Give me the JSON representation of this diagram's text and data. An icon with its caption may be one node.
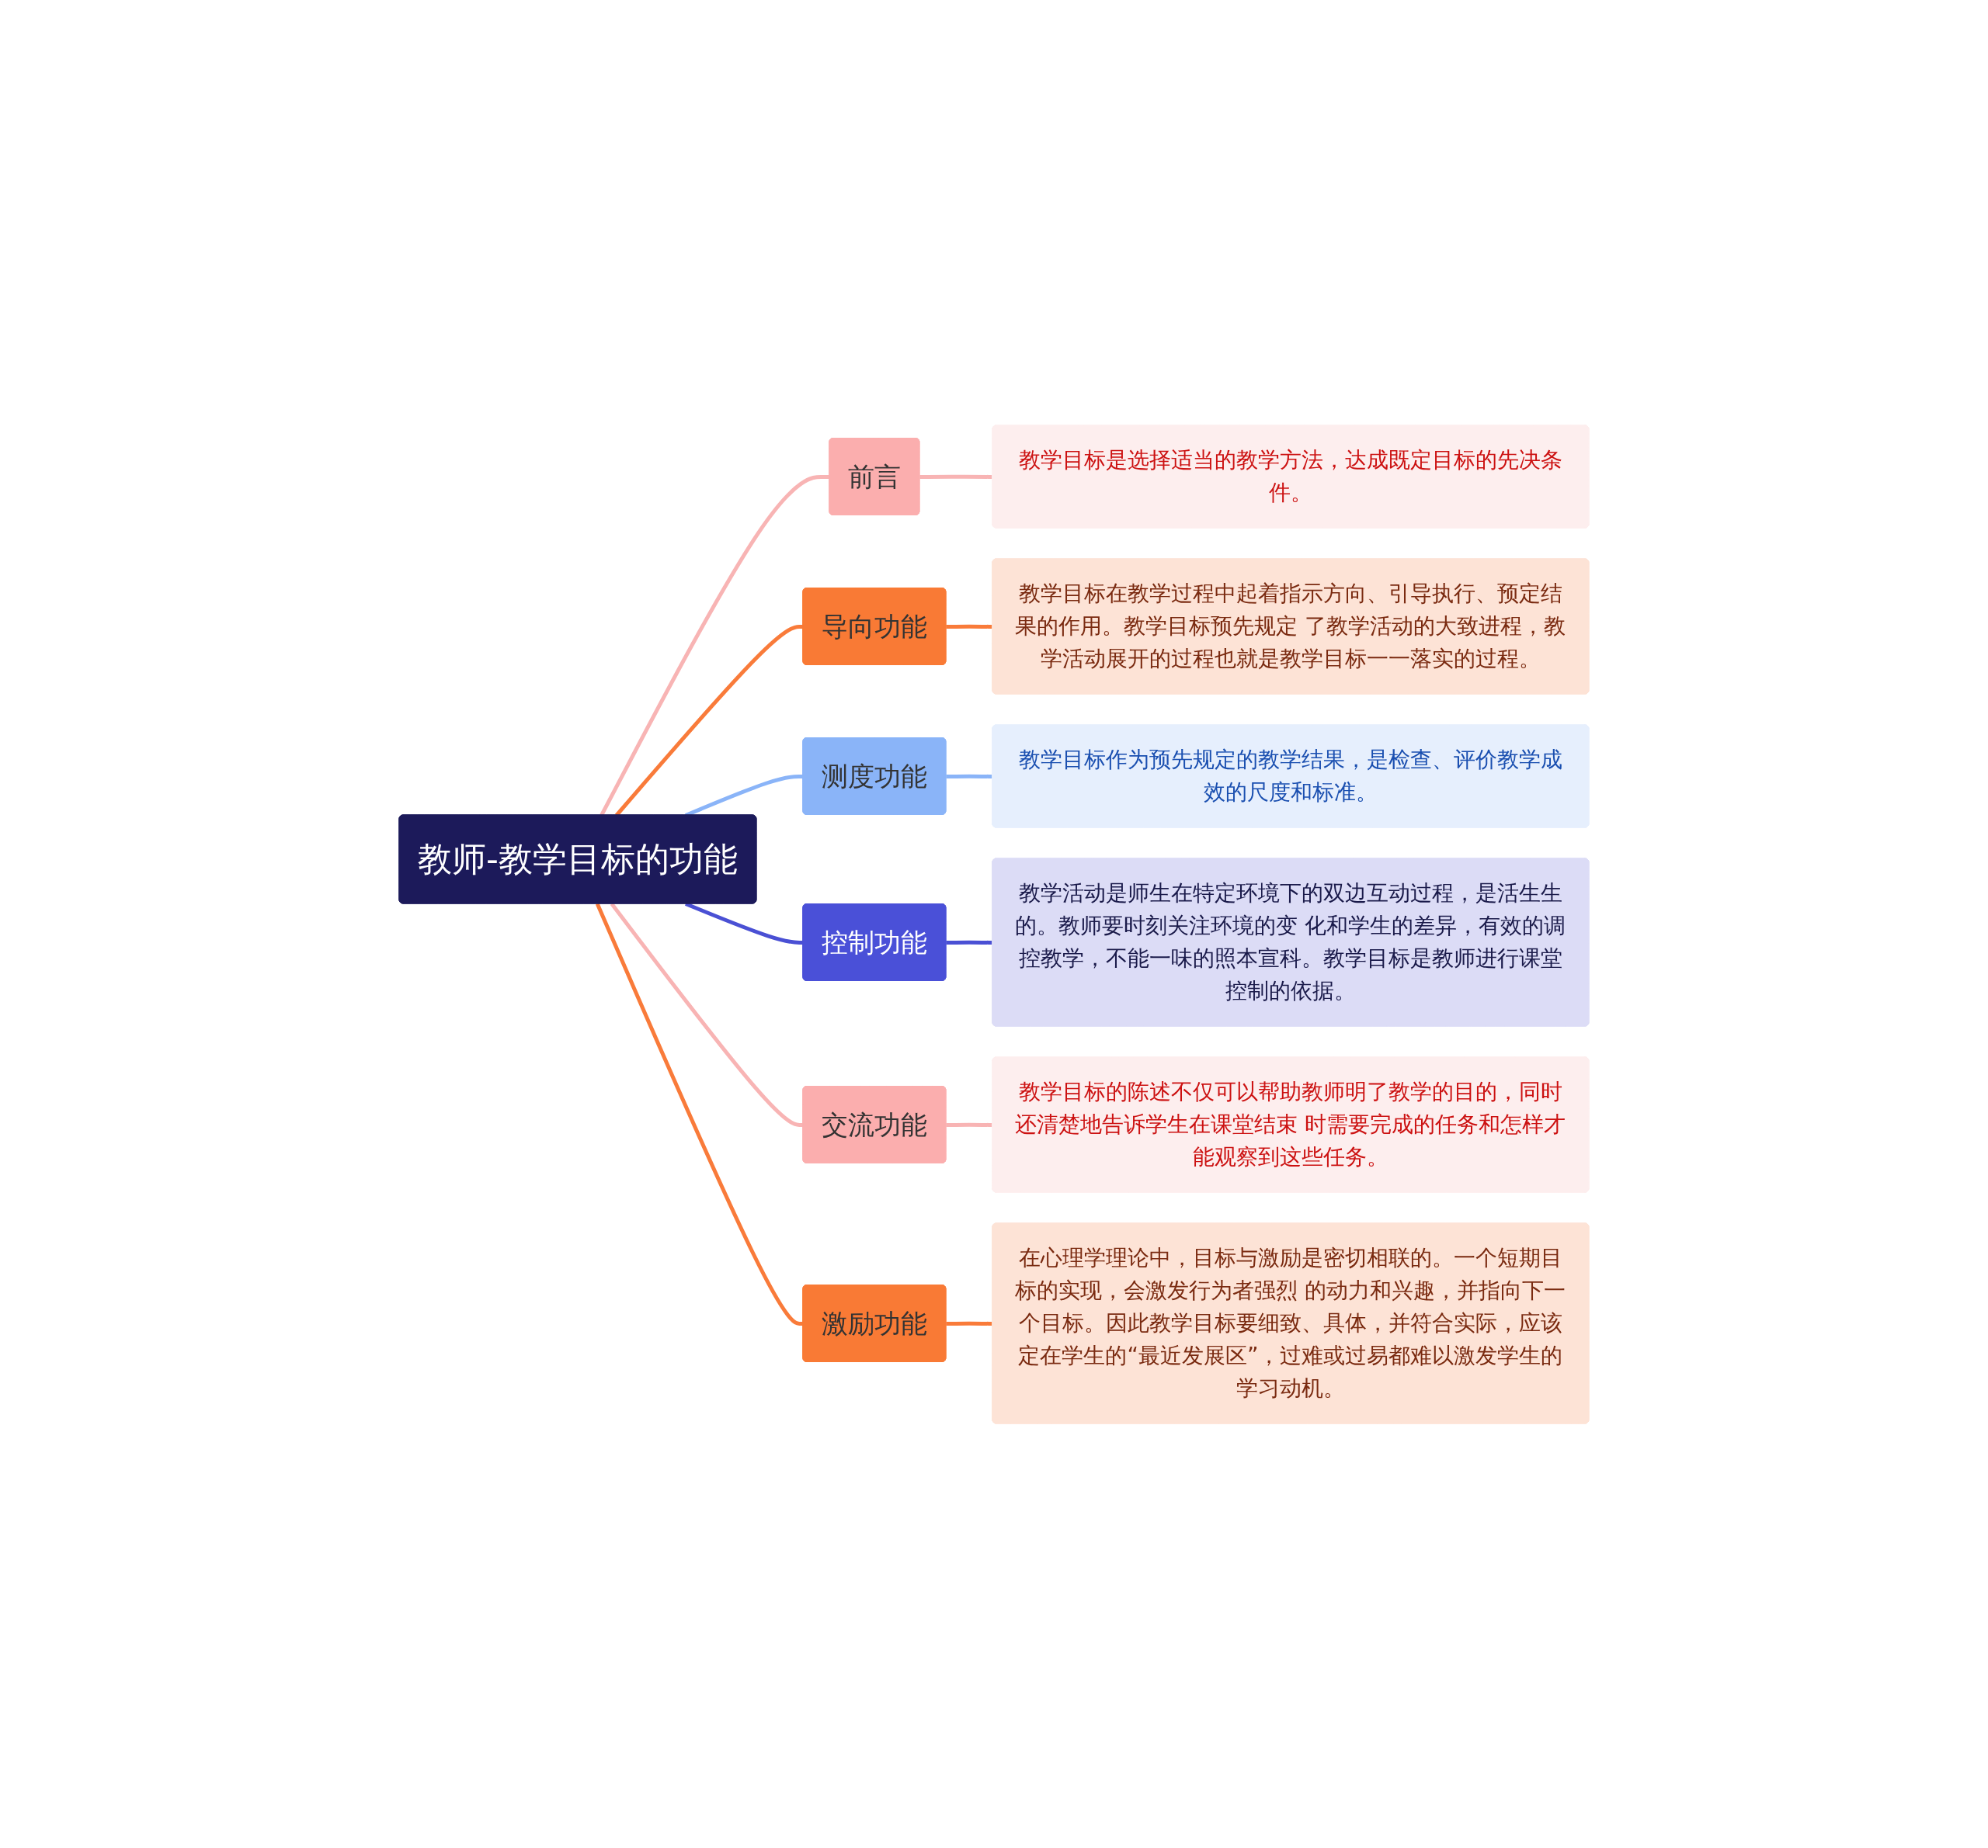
{
  "diagram": {
    "nodes": [
      {
        "text": [
          "教师-教学目标的功能"
        ]
      },
      {
        "text": [
          "前言"
        ]
      },
      {
        "text": [
          "教学目标是选择适当的教学方法，达成既定目标的先决条件。"
        ]
      },
      {
        "text": [
          "导向功能"
        ]
      },
      {
        "text": [
          "教学目标在教学过程中起着指示方向、引导执行、预定结果的作用。教学目标预先规定 了教学活动的大致进程，教学活动展开的过程也就是教学目标一一落实的过程。"
        ]
      },
      {
        "text": [
          "测度功能"
        ]
      },
      {
        "text": [
          "教学目标作为预先规定的教学结果，是检查、评价教学成效的尺度和标准。"
        ]
      },
      {
        "text": [
          "控制功能"
        ]
      },
      {
        "text": [
          "教学活动是师生在特定环境下的双边互动过程，是活生生的。教师要时刻关注环境的变 化和学生的差异，有效的调控教学，不能一味的照本宣科。教学目标是教师进行课堂控制的依据。"
        ]
      },
      {
        "text": [
          "交流功能"
        ]
      },
      {
        "text": [
          "教学目标的陈述不仅可以帮助教师明了教学的目的，同时还清楚地告诉学生在课堂结束 时需要完成的任务和怎样才能观察到这些任务。"
        ]
      },
      {
        "text": [
          "激励功能"
        ]
      },
      {
        "text": [
          "在心理学理论中，目标与激励是密切相联的。一个短期目标的实现，会激发行为者强烈 的动力和兴趣，并指向下一个目标。因此教学目标要细致、具体，并符合实际，应该定在学生的“最近发展区”，过难或过易都难以激发学生的学习动机。"
        ]
      }
    ],
    "edges": [
      {
        "from": 0,
        "to": 1,
        "arrow": "none",
        "color": "#f8b4b4"
      },
      {
        "from": 1,
        "to": 2,
        "arrow": "none",
        "color": "#f8b4b4"
      },
      {
        "from": 0,
        "to": 3,
        "arrow": "none",
        "color": "#f97b3a"
      },
      {
        "from": 3,
        "to": 4,
        "arrow": "none",
        "color": "#f97b3a"
      },
      {
        "from": 0,
        "to": 5,
        "arrow": "none",
        "color": "#8ab4f8"
      },
      {
        "from": 5,
        "to": 6,
        "arrow": "none",
        "color": "#8ab4f8"
      },
      {
        "from": 0,
        "to": 7,
        "arrow": "none",
        "color": "#4a50d4"
      },
      {
        "from": 7,
        "to": 8,
        "arrow": "none",
        "color": "#4a50d4"
      },
      {
        "from": 0,
        "to": 9,
        "arrow": "none",
        "color": "#f8b4b4"
      },
      {
        "from": 9,
        "to": 10,
        "arrow": "none",
        "color": "#f8b4b4"
      },
      {
        "from": 0,
        "to": 11,
        "arrow": "none",
        "color": "#f97b3a"
      },
      {
        "from": 11,
        "to": 12,
        "arrow": "none",
        "color": "#f97b3a"
      }
    ]
  }
}
